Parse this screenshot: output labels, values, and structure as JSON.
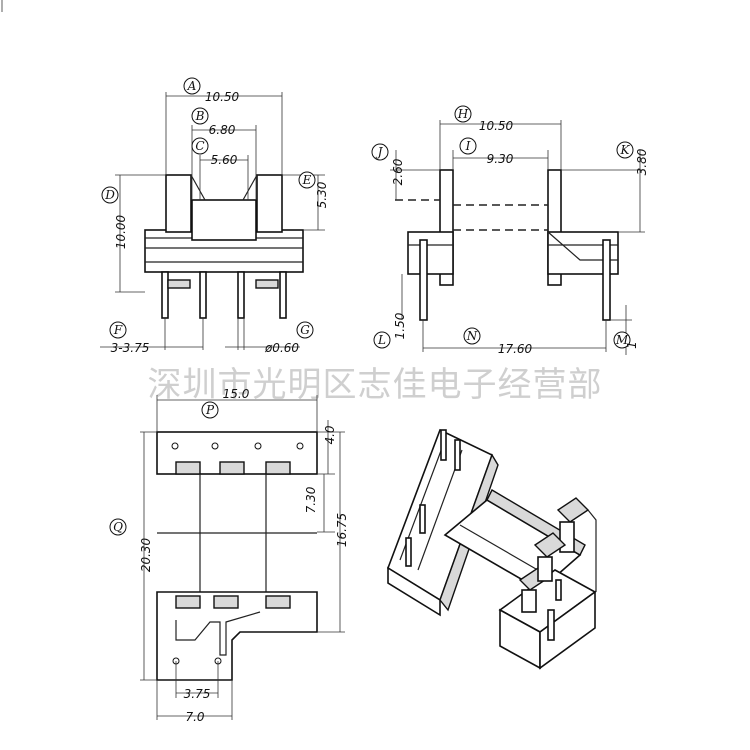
{
  "watermark": "深圳市光明区志佳电子经营部",
  "views": {
    "front": {
      "labels": [
        "A",
        "B",
        "C",
        "D",
        "E",
        "F",
        "G"
      ],
      "dims": {
        "A": "10.50",
        "B": "6.80",
        "C": "5.60",
        "D": "10.00",
        "E": "5.30",
        "F": "3-3.75",
        "G": "ø0.60"
      }
    },
    "side": {
      "labels": [
        "H",
        "I",
        "J",
        "K",
        "L",
        "M",
        "N"
      ],
      "dims": {
        "H": "10.50",
        "I": "9.30",
        "J": "2.60",
        "K": "3.80",
        "L": "1.50",
        "M": "1",
        "N": "17.60"
      }
    },
    "top": {
      "labels": [
        "P",
        "Q"
      ],
      "dims": {
        "P": "15.0",
        "Q": "20.30",
        "R": "4.0",
        "S": "7.30",
        "T": "16.75",
        "U": "3.75",
        "V": "7.0"
      }
    }
  }
}
